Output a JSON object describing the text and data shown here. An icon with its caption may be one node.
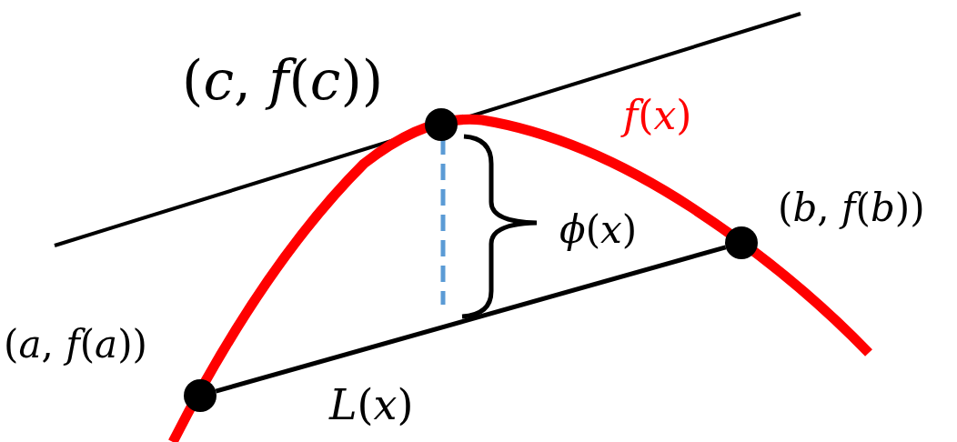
{
  "diagram": {
    "nodes": [
      {
        "text": [],
        "shape": "circle",
        "beside": [
          "(*c*, *f*(*c*))"
        ]
      },
      {
        "text": [],
        "shape": "circle",
        "beside": [
          "(*b*, *f*(*b*))"
        ]
      },
      {
        "text": [],
        "shape": "circle",
        "beside": [
          "(*a*, *f*(*a*))"
        ]
      }
    ],
    "edges": [
      {
        "from": 2,
        "to": 1,
        "arrow": "none"
      }
    ],
    "labels": [
      "*f*(*x*)",
      "*ϕ*(*x*)",
      "*L*(*x*)"
    ]
  }
}
